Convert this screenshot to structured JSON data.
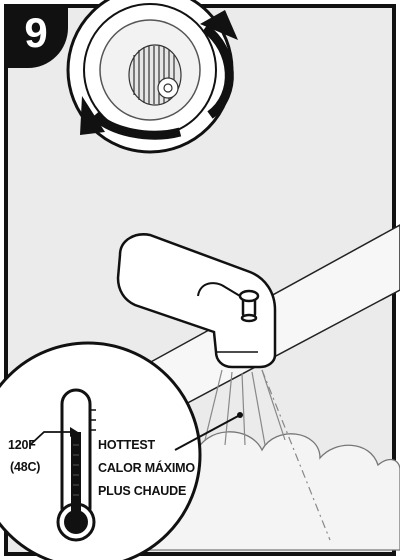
{
  "step": {
    "number": "9"
  },
  "thermometer": {
    "temp_f": "120F",
    "temp_c": "(48C)",
    "labels": [
      "HOTTEST",
      "CALOR MÁXIMO",
      "PLUS CHAUDE"
    ]
  }
}
